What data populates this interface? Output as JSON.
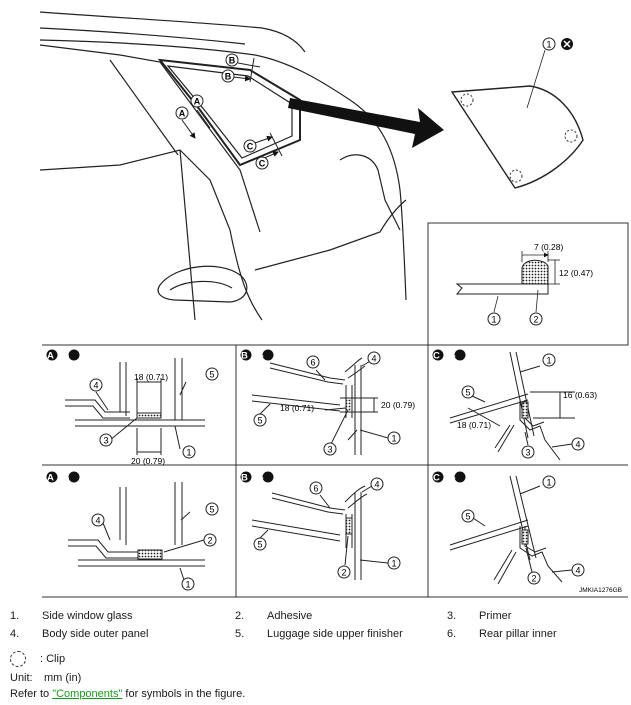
{
  "callouts": {
    "A": "A",
    "B": "B",
    "C": "C",
    "n1": "1",
    "n2": "2",
    "n3": "3",
    "n4": "4",
    "n5": "5",
    "n6": "6"
  },
  "panels": {
    "AA1": "A - A",
    "BB1": "B - B",
    "CC1": "C - C",
    "AA2": "A - A",
    "BB2": "B - B",
    "CC2": "C - C"
  },
  "dimensions": {
    "detail_width": "7 (0.28)",
    "detail_height": "12 (0.47)",
    "aa_top": "18 (0.71)",
    "aa_bottom": "20 (0.79)",
    "bb_left": "18 (0.71)",
    "bb_right": "20 (0.79)",
    "cc_right": "16 (0.63)",
    "cc_left": "18 (0.71)"
  },
  "code": "JMKIA1276GB",
  "legend": [
    {
      "num": "1.",
      "label": "Side window glass"
    },
    {
      "num": "2.",
      "label": "Adhesive"
    },
    {
      "num": "3.",
      "label": "Primer"
    },
    {
      "num": "4.",
      "label": "Body side outer panel"
    },
    {
      "num": "5.",
      "label": "Luggage side upper finisher"
    },
    {
      "num": "6.",
      "label": "Rear pillar inner"
    }
  ],
  "clip": ": Clip",
  "unit": {
    "label": "Unit:",
    "value": "mm (in)"
  },
  "refer": {
    "prefix": "Refer to ",
    "link": "\"Components\"",
    "suffix": " for symbols in the figure."
  }
}
